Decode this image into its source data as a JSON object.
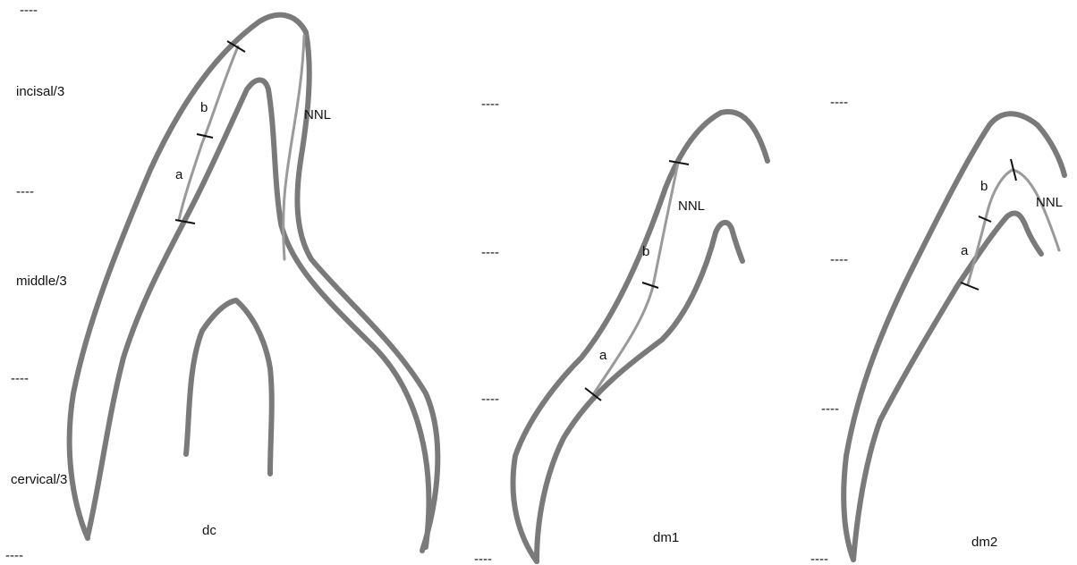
{
  "zones": {
    "incisal": "incisal/3",
    "middle": "middle/3",
    "cervical": "cervical/3"
  },
  "dash_marks": "----",
  "teeth": [
    {
      "name": "dc",
      "labels": {
        "a": "a",
        "b": "b",
        "nnl": "NNL"
      }
    },
    {
      "name": "dm1",
      "labels": {
        "a": "a",
        "b": "b",
        "nnl": "NNL"
      }
    },
    {
      "name": "dm2",
      "labels": {
        "a": "a",
        "b": "b",
        "nnl": "NNL"
      }
    }
  ],
  "colors": {
    "outline": "#7a7a7a",
    "nnl_line": "#9a9a9a",
    "text": "#111111"
  }
}
